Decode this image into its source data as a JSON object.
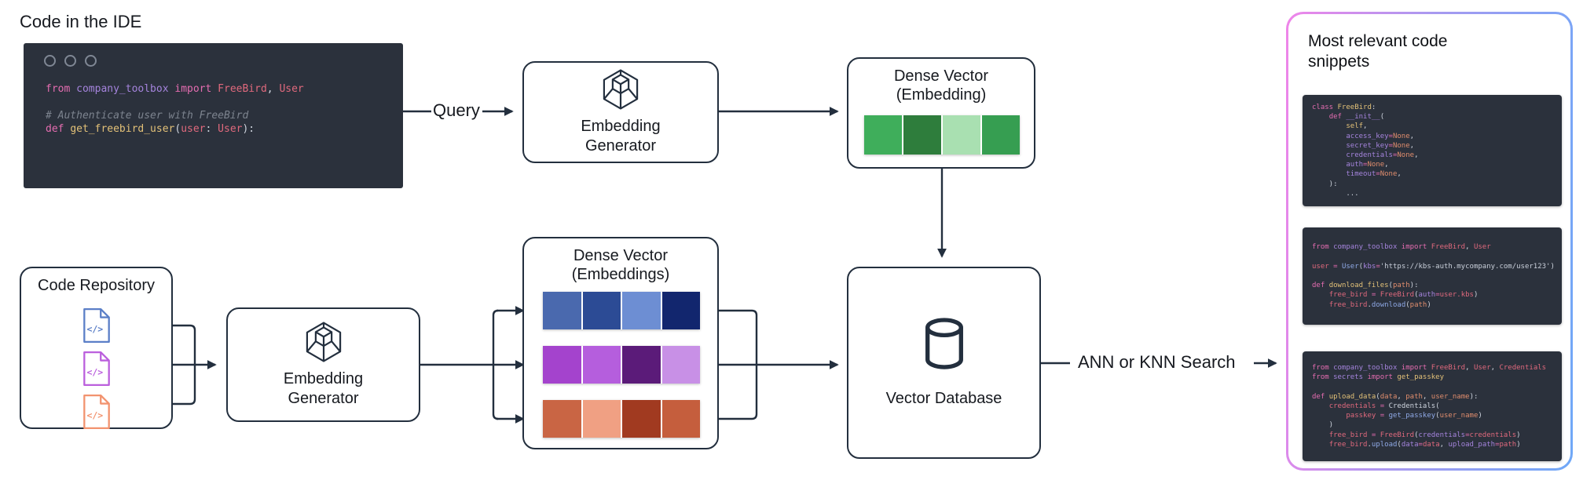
{
  "labels": {
    "ide_title": "Code in the IDE",
    "query": "Query",
    "search": "ANN or KNN Search"
  },
  "colors": {
    "stroke": "#232f3e",
    "editor_bg": "#2b313c",
    "panel_gradient_start": "#ef85e9",
    "panel_gradient_end": "#6fa8f7"
  },
  "editor": {
    "code": [
      [
        [
          "kw",
          "from "
        ],
        [
          "id",
          "company_toolbox "
        ],
        [
          "kw",
          "import "
        ],
        [
          "rd",
          "FreeBird"
        ],
        [
          "pl",
          ", "
        ],
        [
          "rd",
          "User"
        ]
      ],
      [],
      [
        [
          "cm",
          "# Authenticate user with FreeBird"
        ]
      ],
      [
        [
          "kw",
          "def "
        ],
        [
          "nm",
          "get_freebird_user"
        ],
        [
          "pl",
          "("
        ],
        [
          "rd",
          "user"
        ],
        [
          "pl",
          ": "
        ],
        [
          "rd",
          "User"
        ],
        [
          "pl",
          "):"
        ]
      ]
    ]
  },
  "nodes": {
    "embedding_generator_top": {
      "label": "Embedding Generator"
    },
    "dense_vector_top": {
      "title": "Dense Vector (Embedding)",
      "cells": [
        "#3fae5b",
        "#2e7d3c",
        "#a9e0b1",
        "#369e51"
      ]
    },
    "vector_database": {
      "label": "Vector Database"
    },
    "code_repository": {
      "label": "Code Repository",
      "files": [
        "#5b7fc7",
        "#bb5fdd",
        "#f2936f"
      ]
    },
    "embedding_generator_bottom": {
      "label": "Embedding Generator"
    },
    "dense_vector_bottom": {
      "title": "Dense Vector (Embeddings)",
      "rows": [
        [
          "#4a69ae",
          "#2c4b95",
          "#6d8ed3",
          "#12266e"
        ],
        [
          "#a443cd",
          "#b55edd",
          "#5b1b79",
          "#c890e6"
        ],
        [
          "#c96544",
          "#f0a083",
          "#a13a20",
          "#c55e3d"
        ]
      ]
    }
  },
  "panel": {
    "title": "Most relevant code snippets",
    "snippets": [
      {
        "lines": [
          [
            [
              "kw",
              "class "
            ],
            [
              "nm",
              "FreeBird"
            ],
            [
              "pl",
              ":"
            ]
          ],
          [
            [
              "pl",
              "    "
            ],
            [
              "kw",
              "def "
            ],
            [
              "id",
              "__init__"
            ],
            [
              "pl",
              "("
            ]
          ],
          [
            [
              "pl",
              "        "
            ],
            [
              "nm",
              "self"
            ],
            [
              "pl",
              ","
            ]
          ],
          [
            [
              "pl",
              "        "
            ],
            [
              "id",
              "access_key"
            ],
            [
              "kw",
              "="
            ],
            [
              "or",
              "None"
            ],
            [
              "pl",
              ","
            ]
          ],
          [
            [
              "pl",
              "        "
            ],
            [
              "id",
              "secret_key"
            ],
            [
              "kw",
              "="
            ],
            [
              "or",
              "None"
            ],
            [
              "pl",
              ","
            ]
          ],
          [
            [
              "pl",
              "        "
            ],
            [
              "id",
              "credentials"
            ],
            [
              "kw",
              "="
            ],
            [
              "or",
              "None"
            ],
            [
              "pl",
              ","
            ]
          ],
          [
            [
              "pl",
              "        "
            ],
            [
              "id",
              "auth"
            ],
            [
              "kw",
              "="
            ],
            [
              "or",
              "None"
            ],
            [
              "pl",
              ","
            ]
          ],
          [
            [
              "pl",
              "        "
            ],
            [
              "id",
              "timeout"
            ],
            [
              "kw",
              "="
            ],
            [
              "or",
              "None"
            ],
            [
              "pl",
              ","
            ]
          ],
          [
            [
              "pl",
              "    ):"
            ]
          ],
          [
            [
              "pl",
              "        ..."
            ]
          ]
        ]
      },
      {
        "lines": [
          [
            [
              "kw",
              "from "
            ],
            [
              "id",
              "company_toolbox "
            ],
            [
              "kw",
              "import "
            ],
            [
              "rd",
              "FreeBird"
            ],
            [
              "pl",
              ", "
            ],
            [
              "rd",
              "User"
            ]
          ],
          [],
          [
            [
              "rd",
              "user "
            ],
            [
              "kw",
              "= "
            ],
            [
              "bl",
              "User"
            ],
            [
              "pl",
              "("
            ],
            [
              "id",
              "kbs"
            ],
            [
              "kw",
              "="
            ],
            [
              "st",
              "'https://kbs-auth.mycompany.com/user123'"
            ],
            [
              "pl",
              ")"
            ]
          ],
          [],
          [
            [
              "kw",
              "def "
            ],
            [
              "nm",
              "download_files"
            ],
            [
              "pl",
              "("
            ],
            [
              "or",
              "path"
            ],
            [
              "pl",
              "):"
            ]
          ],
          [
            [
              "pl",
              "    "
            ],
            [
              "rd",
              "free_bird "
            ],
            [
              "kw",
              "= "
            ],
            [
              "rd",
              "FreeBird"
            ],
            [
              "pl",
              "("
            ],
            [
              "id",
              "auth"
            ],
            [
              "kw",
              "="
            ],
            [
              "rd",
              "user.kbs"
            ],
            [
              "pl",
              ")"
            ]
          ],
          [
            [
              "pl",
              "    "
            ],
            [
              "rd",
              "free_bird"
            ],
            [
              "pl",
              "."
            ],
            [
              "bl",
              "download"
            ],
            [
              "pl",
              "("
            ],
            [
              "or",
              "path"
            ],
            [
              "pl",
              ")"
            ]
          ]
        ]
      },
      {
        "lines": [
          [
            [
              "kw",
              "from "
            ],
            [
              "id",
              "company_toolbox "
            ],
            [
              "kw",
              "import "
            ],
            [
              "rd",
              "FreeBird"
            ],
            [
              "pl",
              ", "
            ],
            [
              "rd",
              "User"
            ],
            [
              "pl",
              ", "
            ],
            [
              "rd",
              "Credentials"
            ]
          ],
          [
            [
              "kw",
              "from "
            ],
            [
              "id",
              "secrets "
            ],
            [
              "kw",
              "import "
            ],
            [
              "nm",
              "get_passkey"
            ]
          ],
          [],
          [
            [
              "kw",
              "def "
            ],
            [
              "nm",
              "upload_data"
            ],
            [
              "pl",
              "("
            ],
            [
              "or",
              "data"
            ],
            [
              "pl",
              ", "
            ],
            [
              "or",
              "path"
            ],
            [
              "pl",
              ", "
            ],
            [
              "or",
              "user_name"
            ],
            [
              "pl",
              "):"
            ]
          ],
          [
            [
              "pl",
              "    "
            ],
            [
              "rd",
              "credentials "
            ],
            [
              "kw",
              "= "
            ],
            [
              "pl",
              "Credentials("
            ]
          ],
          [
            [
              "pl",
              "        "
            ],
            [
              "rd",
              "passkey "
            ],
            [
              "kw",
              "= "
            ],
            [
              "bl",
              "get_passkey"
            ],
            [
              "pl",
              "("
            ],
            [
              "or",
              "user_name"
            ],
            [
              "pl",
              ")"
            ]
          ],
          [
            [
              "pl",
              "    )"
            ]
          ],
          [
            [
              "pl",
              "    "
            ],
            [
              "rd",
              "free_bird "
            ],
            [
              "kw",
              "= "
            ],
            [
              "rd",
              "FreeBird"
            ],
            [
              "pl",
              "("
            ],
            [
              "id",
              "credentials"
            ],
            [
              "kw",
              "="
            ],
            [
              "rd",
              "credentials"
            ],
            [
              "pl",
              ")"
            ]
          ],
          [
            [
              "pl",
              "    "
            ],
            [
              "rd",
              "free_bird"
            ],
            [
              "pl",
              "."
            ],
            [
              "bl",
              "upload"
            ],
            [
              "pl",
              "("
            ],
            [
              "id",
              "data"
            ],
            [
              "kw",
              "="
            ],
            [
              "rd",
              "data"
            ],
            [
              "pl",
              ", "
            ],
            [
              "id",
              "upload_path"
            ],
            [
              "kw",
              "="
            ],
            [
              "rd",
              "path"
            ],
            [
              "pl",
              ")"
            ]
          ]
        ]
      }
    ]
  }
}
